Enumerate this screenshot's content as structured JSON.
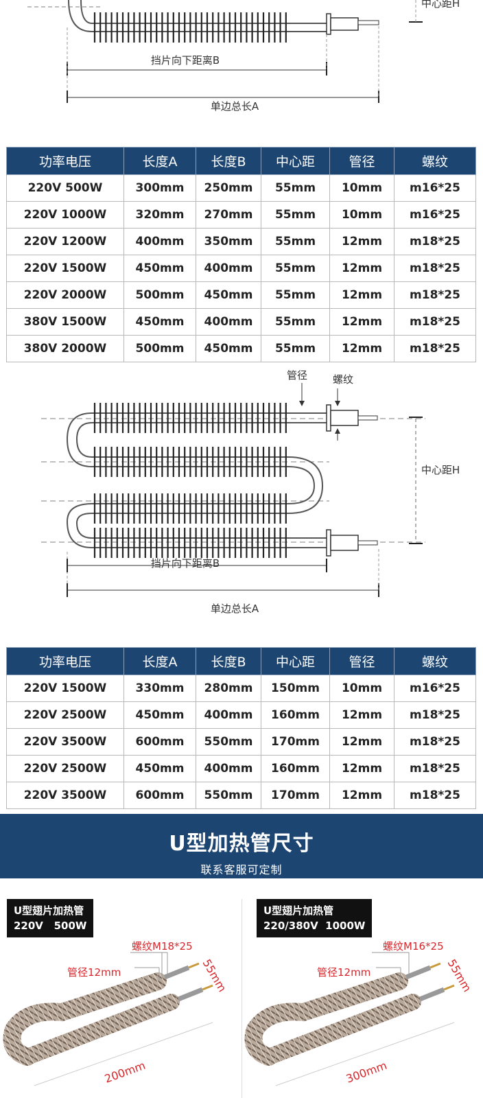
{
  "diagram1": {
    "label_center": "中心距H",
    "label_b": "挡片向下距离B",
    "label_a": "单边总长A"
  },
  "table1": {
    "headers": [
      "功率电压",
      "长度A",
      "长度B",
      "中心距",
      "管径",
      "螺纹"
    ],
    "rows": [
      [
        "220V 500W",
        "300mm",
        "250mm",
        "55mm",
        "10mm",
        "m16*25"
      ],
      [
        "220V 1000W",
        "320mm",
        "270mm",
        "55mm",
        "10mm",
        "m16*25"
      ],
      [
        "220V 1200W",
        "400mm",
        "350mm",
        "55mm",
        "12mm",
        "m18*25"
      ],
      [
        "220V 1500W",
        "450mm",
        "400mm",
        "55mm",
        "12mm",
        "m18*25"
      ],
      [
        "220V 2000W",
        "500mm",
        "450mm",
        "55mm",
        "12mm",
        "m18*25"
      ],
      [
        "380V 1500W",
        "450mm",
        "400mm",
        "55mm",
        "12mm",
        "m18*25"
      ],
      [
        "380V 2000W",
        "500mm",
        "450mm",
        "55mm",
        "12mm",
        "m18*25"
      ]
    ]
  },
  "diagram2": {
    "label_pipe": "管径",
    "label_thread": "螺纹",
    "label_center": "中心距H",
    "label_b": "挡片向下距离B",
    "label_a": "单边总长A"
  },
  "table2": {
    "headers": [
      "功率电压",
      "长度A",
      "长度B",
      "中心距",
      "管径",
      "螺纹"
    ],
    "rows": [
      [
        "220V 1500W",
        "330mm",
        "280mm",
        "150mm",
        "10mm",
        "m16*25"
      ],
      [
        "220V 2500W",
        "450mm",
        "400mm",
        "160mm",
        "12mm",
        "m18*25"
      ],
      [
        "220V 3500W",
        "600mm",
        "550mm",
        "170mm",
        "12mm",
        "m18*25"
      ],
      [
        "220V 2500W",
        "450mm",
        "400mm",
        "160mm",
        "12mm",
        "m18*25"
      ],
      [
        "220V 3500W",
        "600mm",
        "550mm",
        "170mm",
        "12mm",
        "m18*25"
      ]
    ]
  },
  "banner": {
    "title": "U型加热管尺寸",
    "subtitle": "联系客服可定制"
  },
  "products": [
    {
      "name": "U型翅片加热管",
      "spec_voltage": "220V",
      "spec_power": "500W",
      "thread": "螺纹M18*25",
      "pipe": "管径12mm",
      "center": "55mm",
      "length": "200mm"
    },
    {
      "name": "U型翅片加热管",
      "spec_voltage": "220/380V",
      "spec_power": "1000W",
      "thread": "螺纹M16*25",
      "pipe": "管径12mm",
      "center": "55mm",
      "length": "300mm"
    }
  ],
  "colors": {
    "header_blue": "#1d4572",
    "annotation_red": "#d8262b"
  }
}
